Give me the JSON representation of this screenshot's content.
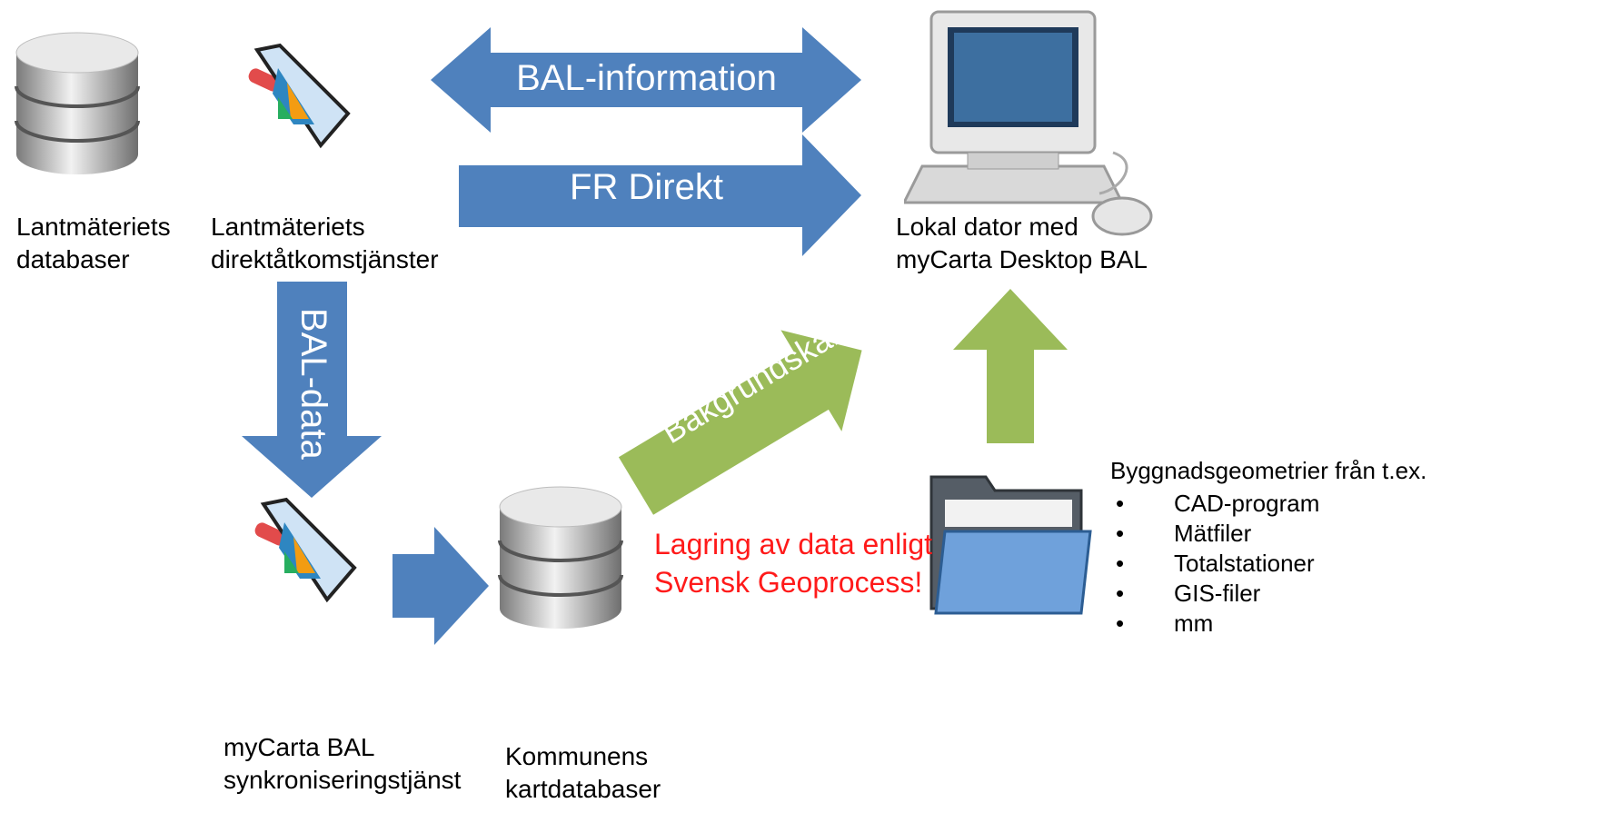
{
  "nodes": {
    "lm_databaser": {
      "line1": "Lantmäteriets",
      "line2": "databaser"
    },
    "lm_tjanster": {
      "line1": "Lantmäteriets",
      "line2": "direktåtkomstjänster"
    },
    "lokal_dator": {
      "line1": "Lokal dator med",
      "line2": "myCarta Desktop BAL"
    },
    "sync_tjanst": {
      "line1": "myCarta BAL",
      "line2": "synkroniseringstjänst"
    },
    "kommun_db": {
      "line1": "Kommunens",
      "line2": "kartdatabaser"
    }
  },
  "arrows": {
    "bal_information": "BAL-information",
    "fr_direkt": "FR Direkt",
    "bal_data": "BAL-data",
    "bakgrundskarta": "Bakgrundskarta"
  },
  "note": {
    "line1": "Lagring av data enligt",
    "line2": "Svensk Geoprocess!"
  },
  "sources": {
    "heading": "Byggnadsgeometrier från t.ex.",
    "items": [
      "CAD-program",
      "Mätfiler",
      "Totalstationer",
      "GIS-filer",
      "mm"
    ]
  },
  "colors": {
    "blue_arrow": "#4f81bd",
    "green_arrow": "#9bbb59",
    "note_red": "#ff1a1a"
  },
  "icons": [
    "database-icon",
    "service-icon",
    "computer-icon",
    "folder-icon"
  ]
}
